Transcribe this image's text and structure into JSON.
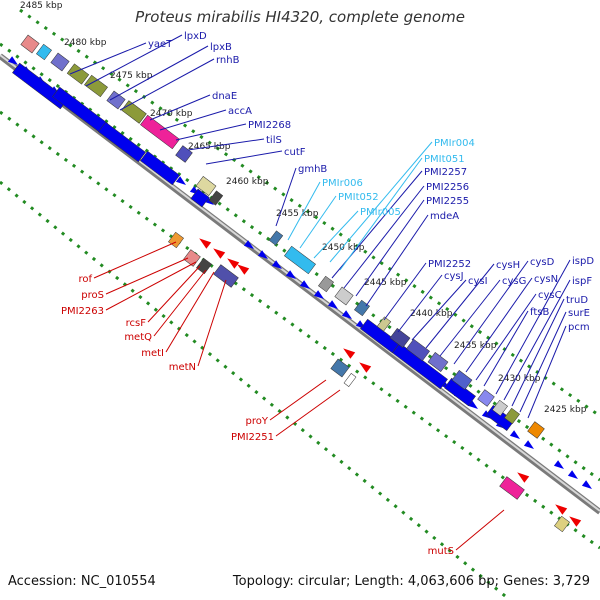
{
  "title": "Proteus mirabilis HI4320, complete genome",
  "footer": {
    "accession": "Accession: NC_010554",
    "summary": "Topology: circular; Length: 4,063,606 bp; Genes: 3,729"
  },
  "ruler": [
    "2485 kbp",
    "2480 kbp",
    "2475 kbp",
    "2470 kbp",
    "2465 kbp",
    "2460 kbp",
    "2455 kbp",
    "2450 kbp",
    "2445 kbp",
    "2440 kbp",
    "2435 kbp",
    "2430 kbp",
    "2425 kbp"
  ],
  "colors": {
    "backbone": "#8c8c8c",
    "gene_blue": "#0000ee",
    "gene_red": "#ee0000",
    "rna_light_blue": "#33bbee",
    "dotted_line": "#228b22",
    "label_blue": "#1a1aaa",
    "label_light_blue": "#33bbee",
    "label_red": "#cc0000"
  },
  "labels_blue": [
    "yaeT",
    "lpxD",
    "lpxB",
    "rnhB",
    "dnaE",
    "accA",
    "PMI2268",
    "tilS",
    "cutF",
    "gmhB",
    "PMI2257",
    "PMI2256",
    "PMI2255",
    "mdeA",
    "PMI2252",
    "cysJ",
    "cysI",
    "cysH",
    "cysG",
    "cysD",
    "cysN",
    "cysC",
    "ftsB",
    "ispD",
    "ispF",
    "truD",
    "surE",
    "pcm"
  ],
  "labels_light_blue": [
    "PMIr004",
    "PMIt051",
    "PMIr006",
    "PMIt052",
    "PMIr005"
  ],
  "labels_red": [
    "rof",
    "proS",
    "PMI2263",
    "rcsF",
    "metQ",
    "metI",
    "metN",
    "proY",
    "PMI2251",
    "mutS"
  ]
}
